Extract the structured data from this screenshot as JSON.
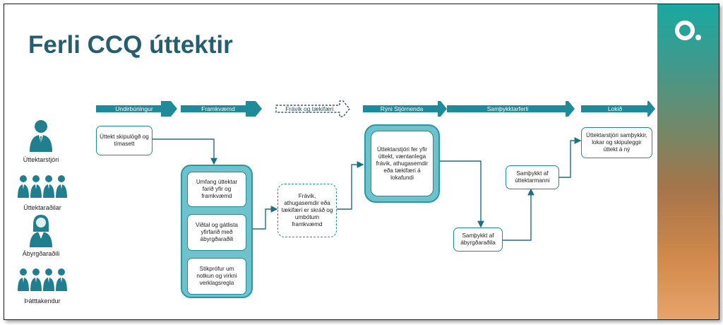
{
  "title": "Ferli CCQ úttektir",
  "colors": {
    "teal": "#1f8a99",
    "title": "#245f70",
    "container": "#6ec2cc"
  },
  "stages": [
    {
      "label": "Undirbúningur",
      "style": "solid"
    },
    {
      "label": "Framkvæmd",
      "style": "solid"
    },
    {
      "label": "Frávik og tækifæri",
      "style": "dashed"
    },
    {
      "label": "Rýni Stjórnenda",
      "style": "solid"
    },
    {
      "label": "Samþykktarferli",
      "style": "solid"
    },
    {
      "label": "Lokið",
      "style": "solid"
    }
  ],
  "actors": [
    {
      "label": "Úttektarstjóri",
      "icon": "single-male-person-icon"
    },
    {
      "label": "Úttektaraðilar",
      "icon": "group-people-icon"
    },
    {
      "label": "Ábyrgðaraðili",
      "icon": "single-female-person-icon"
    },
    {
      "label": "Þátttakendur",
      "icon": "group-people-icon"
    }
  ],
  "nodes": {
    "plan": "Úttekt skipulögð og tímasett",
    "scope": "Umfang úttektar farið yfir og framkvæmd",
    "interview": "Viðtal og gátlista yfirfarið með ábyrgðaraðili",
    "sample": "Stikprófur um notkun og virkni verklagsregla",
    "deviations": "Frávik, athugasemdir eða tækifæri er skráð og umbótum framkvæmd",
    "review": "Úttektarstjóri fer yfir úttekt, væntanlega frávik, athugasemdir eða tækifæri á lokafundi",
    "approve_owner": "Samþykkt af ábyrgðaraðila",
    "approve_auditor": "Samþykkt af úttektarmanni",
    "final": "Úttektarstjóri samþykkir, lokar og skipuleggir úttekt á ný"
  }
}
